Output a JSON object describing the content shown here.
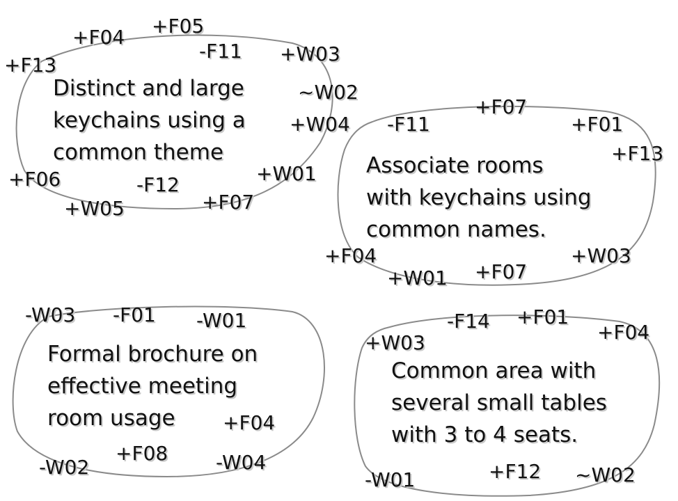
{
  "clusters": [
    {
      "idea_lines": [
        "Distinct and large",
        "keychains using a",
        "common theme"
      ],
      "tags": [
        "+F05",
        "+F04",
        "-F11",
        "+W03",
        "+F13",
        "~W02",
        "+W04",
        "+F06",
        "-F12",
        "+W01",
        "+F07",
        "+W05"
      ]
    },
    {
      "idea_lines": [
        "Associate rooms",
        "with keychains using",
        "common names."
      ],
      "tags": [
        "+F07",
        "-F11",
        "+F01",
        "+F13",
        "+F04",
        "+W03",
        "+W01",
        "+F07"
      ]
    },
    {
      "idea_lines": [
        "Formal brochure on",
        "effective meeting",
        "room usage"
      ],
      "tags": [
        "-W03",
        "-F01",
        "-W01",
        "+F04",
        "+F08",
        "-W02",
        "-W04"
      ]
    },
    {
      "idea_lines": [
        "Common area with",
        "several small tables",
        "with 3 to 4 seats."
      ],
      "tags": [
        "-F14",
        "+F01",
        "+F04",
        "+W03",
        "-W01",
        "+F12",
        "~W02"
      ]
    }
  ]
}
